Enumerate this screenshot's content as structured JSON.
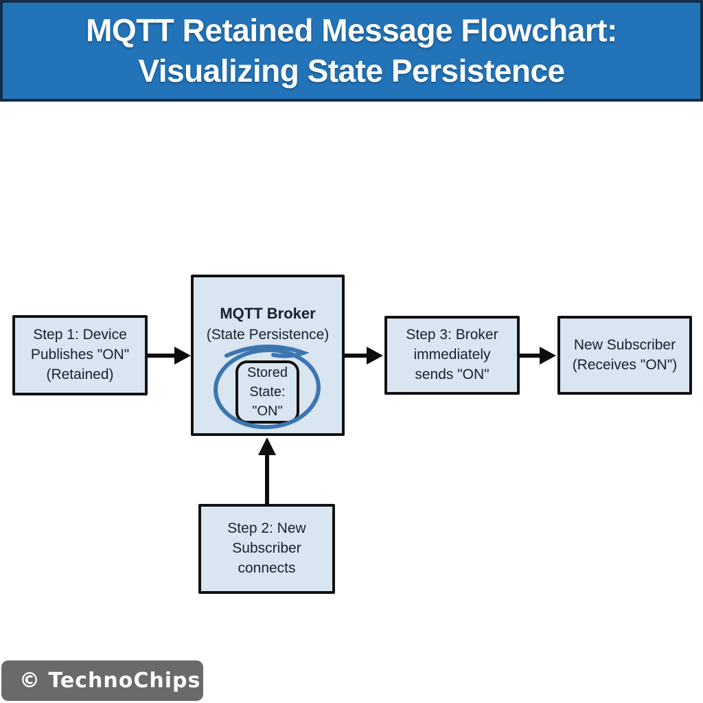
{
  "header": {
    "title_line1": "MQTT Retained Message Flowchart:",
    "title_line2": "Visualizing State Persistence"
  },
  "flowchart": {
    "step1": {
      "lines": [
        "Step 1: Device",
        "Publishes \"ON\"",
        "(Retained)"
      ]
    },
    "broker": {
      "title": "MQTT Broker",
      "subtitle": "(State Persistence)",
      "stored_lines": [
        "Stored",
        "State:",
        "\"ON\""
      ]
    },
    "step3": {
      "lines": [
        "Step 3: Broker",
        "immediately",
        "sends \"ON\""
      ]
    },
    "subscriber": {
      "lines": [
        "New Subscriber",
        "(Receives \"ON\")"
      ]
    },
    "step2": {
      "lines": [
        "Step 2: New",
        "Subscriber",
        "connects"
      ]
    }
  },
  "footer": {
    "label": "© TechnoChips"
  },
  "colors": {
    "page_bg": "#ffffff",
    "header_bg": "#2273b8",
    "header_border": "#142c47",
    "header_text": "#ffffff",
    "box_fill": "#d9e5f1",
    "box_border": "#111111",
    "box_text": "#16212e",
    "highlight_circle": "#3b76b0",
    "arrow": "#0d0d0d",
    "footer_bg": "#6a6a6a",
    "footer_text": "#ffffff"
  }
}
